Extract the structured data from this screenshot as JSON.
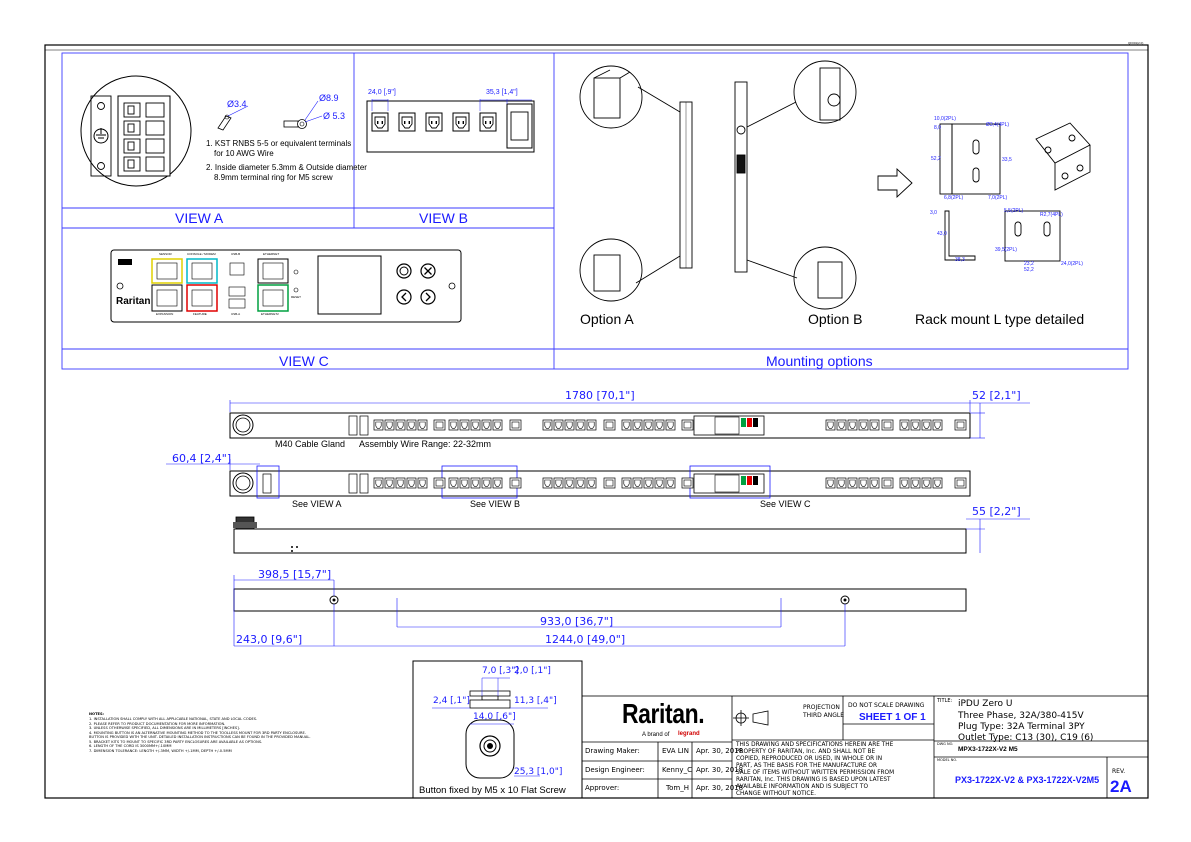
{
  "sheet": {
    "corner_code": "QF001(2.0)"
  },
  "views": {
    "view_a": {
      "title": "VIEW A",
      "notes": [
        "1. KST RNBS 5-5 or equivalent terminals",
        "for 10 AWG Wire",
        "2. Inside diameter 5.3mm & Outside diameter",
        "8.9mm terminal ring for M5 screw"
      ],
      "dims": {
        "hole": "Ø3.4",
        "outer": "Ø8.9",
        "inner": "Ø 5.3"
      }
    },
    "view_b": {
      "title": "VIEW B",
      "dim_c13": "24,0 [,9\"]",
      "dim_c19": "35,3 [1,4\"]"
    },
    "view_c": {
      "title": "VIEW C",
      "labels": {
        "sensor": "SENSOR",
        "console": "CONSOLE / MODEM",
        "usb_b": "USB-B",
        "ethernet": "ETHERNET",
        "expansion": "EXPANSION",
        "feature": "FEATURE",
        "usb_a": "USB-A",
        "ethernet2": "ETHERNET2",
        "reset": "RESET",
        "brand": "Raritan"
      }
    },
    "mounting": {
      "title": "Mounting options",
      "option_a": "Option A",
      "option_b": "Option B",
      "rack_title": "Rack mount L type detailed",
      "dims": [
        "10,0(2PL)",
        "8,0",
        "Ø3,4(4PL)",
        "52,2",
        "33,5",
        "6,8(2PL)",
        "7,0(2PL)",
        "3,0",
        "5,5(2PL)",
        "R2,7(4PL)",
        "43,0",
        "38,3",
        "39,5(2PL)",
        "23,2",
        "52,2",
        "24,0(2PL)"
      ]
    }
  },
  "main": {
    "dim_length": "1780 [70,1\"]",
    "dim_width": "52 [2,1\"]",
    "cable_gland": "M40 Cable Gland",
    "assembly": "Assembly Wire Range: 22-32mm",
    "dim_gland_offset": "60,4 [2,4\"]",
    "see_a": "See VIEW A",
    "see_b": "See VIEW B",
    "see_c": "See VIEW C",
    "dim_depth": "55 [2,2\"]",
    "dim_398": "398,5 [15,7\"]",
    "dim_933": "933,0 [36,7\"]",
    "dim_243": "243,0 [9,6\"]",
    "dim_1244": "1244,0 [49,0\"]"
  },
  "button": {
    "dim_7": "7,0 [,3\"]",
    "dim_2": "2,0 [,1\"]",
    "dim_24": "2,4 [,1\"]",
    "dim_113": "11,3 [,4\"]",
    "dim_14": "14,0 [,6\"]",
    "dim_253": "25,3 [1,0\"]",
    "caption": "Button fixed by M5 x 10 Flat Screw"
  },
  "notes": {
    "title": "NOTES:",
    "lines": [
      "1. INSTALLATION SHALL COMPLY WITH ALL APPLICABLE NATIONAL, STATE AND LOCAL CODES.",
      "2. PLEASE REFER TO PRODUCT DOCUMENTATION FOR MORE INFORMATION.",
      "3. UNLESS OTHERWISE SPECIFIED, ALL DIMENSIONS ARE IN MILLIMETERS [INCHES].",
      "4. MOUNTING BUTTON IS AN ALTERNATIVE MOUNTING METHOD TO THE TOOLLESS MOUNT FOR 3RD PARTY ENCLOSURE.",
      "   BUTTON IS PROVIDED WITH THE UNIT. DETAILED INSTALLATION INSTRUCTIONS CAN BE FOUND IN THE PROVIDED MANUAL.",
      "5. BRACKET KITS TO MOUNT TO SPECIFIC 3RD PARTY ENCLOSURES ARE AVAILABLE AS OPTIONS.",
      "6. LENGTH OF THE CORD IS 3000MM+/-10MM",
      "7. DIMENSION TOLERANCE: LENGTH +/-3MM, WIDTH +/-1MM, DEPTH +/-0.5MM"
    ]
  },
  "title_block": {
    "logo": "Raritan.",
    "logo_sub": "A brand of",
    "logo_brand": "legrand",
    "rows": [
      {
        "role": "Drawing Maker:",
        "name": "EVA LIN",
        "date": "Apr. 30, 2018"
      },
      {
        "role": "Design Engineer:",
        "name": "Kenny_C",
        "date": "Apr. 30, 2018"
      },
      {
        "role": "Approver:",
        "name": "Tom_H",
        "date": "Apr. 30, 2018"
      }
    ],
    "projection_1": "PROJECTION",
    "projection_2": "THIRD ANGLE",
    "no_scale": "DO NOT SCALE DRAWING",
    "sheet": "SHEET 1 OF 1",
    "disclaimer": [
      "THIS DRAWING AND SPECIFICATIONS HEREIN ARE THE",
      "PROPERTY OF RARITAN, Inc. AND SHALL NOT BE",
      "COPIED, REPRODUCED OR USED, IN WHOLE OR IN",
      "PART, AS THE BASIS FOR THE MANUFACTURE OR",
      "SALE OF ITEMS WITHOUT WRITTEN PERMISSION FROM",
      "RARITAN, Inc. THIS DRAWING IS BASED UPON LATEST",
      "AVAILABLE INFORMATION AND IS SUBJECT TO",
      "CHANGE WITHOUT NOTICE."
    ],
    "title_label": "TITLE:",
    "title_lines": [
      "iPDU Zero U",
      "Three Phase, 32A/380-415V",
      "Plug Type: 32A Terminal 3PY",
      "Outlet Type: C13 (30), C19 (6)"
    ],
    "dwg_label": "DWG NO.",
    "dwg_no": "MPX3-1722X-V2 M5",
    "model_label": "MODEL NO.",
    "model_no": "PX3-1722X-V2 & PX3-1722X-V2M5",
    "rev_label": "REV.",
    "rev": "2A"
  }
}
